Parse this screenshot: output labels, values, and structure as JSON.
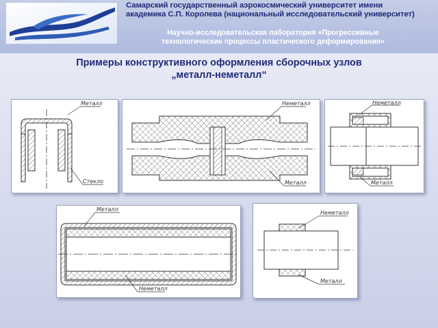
{
  "header": {
    "university_line1": "Самарский государственный аэрокосмический университет имени",
    "university_line2": "академика С.П. Королева (национальный исследовательский университет)",
    "lab_line1": "Научно-исследовательская лаборатория «Прогрессивные",
    "lab_line2": "технологические процессы пластического деформирования»",
    "logo_icon": "university-logo-swoosh"
  },
  "slide": {
    "title_line1": "Примеры конструктивного оформления сборочных узлов",
    "title_line2": "„металл-неметалл“"
  },
  "drawings": {
    "d1": {
      "label_top": "Металл",
      "label_bottom": "Стекло"
    },
    "d2": {
      "label_top": "Неметалл",
      "label_bottom": "Металл"
    },
    "d3": {
      "label_top": "Неметалл",
      "label_bottom": "Металл"
    },
    "d4": {
      "label_top": "Металл",
      "label_bottom": "Неметалл"
    },
    "d5": {
      "label_top": "Неметалл",
      "label_bottom": "Металл"
    }
  },
  "colors": {
    "header_text": "#1f2a78",
    "lab_text": "#ffffff",
    "hatch": "#444444"
  }
}
